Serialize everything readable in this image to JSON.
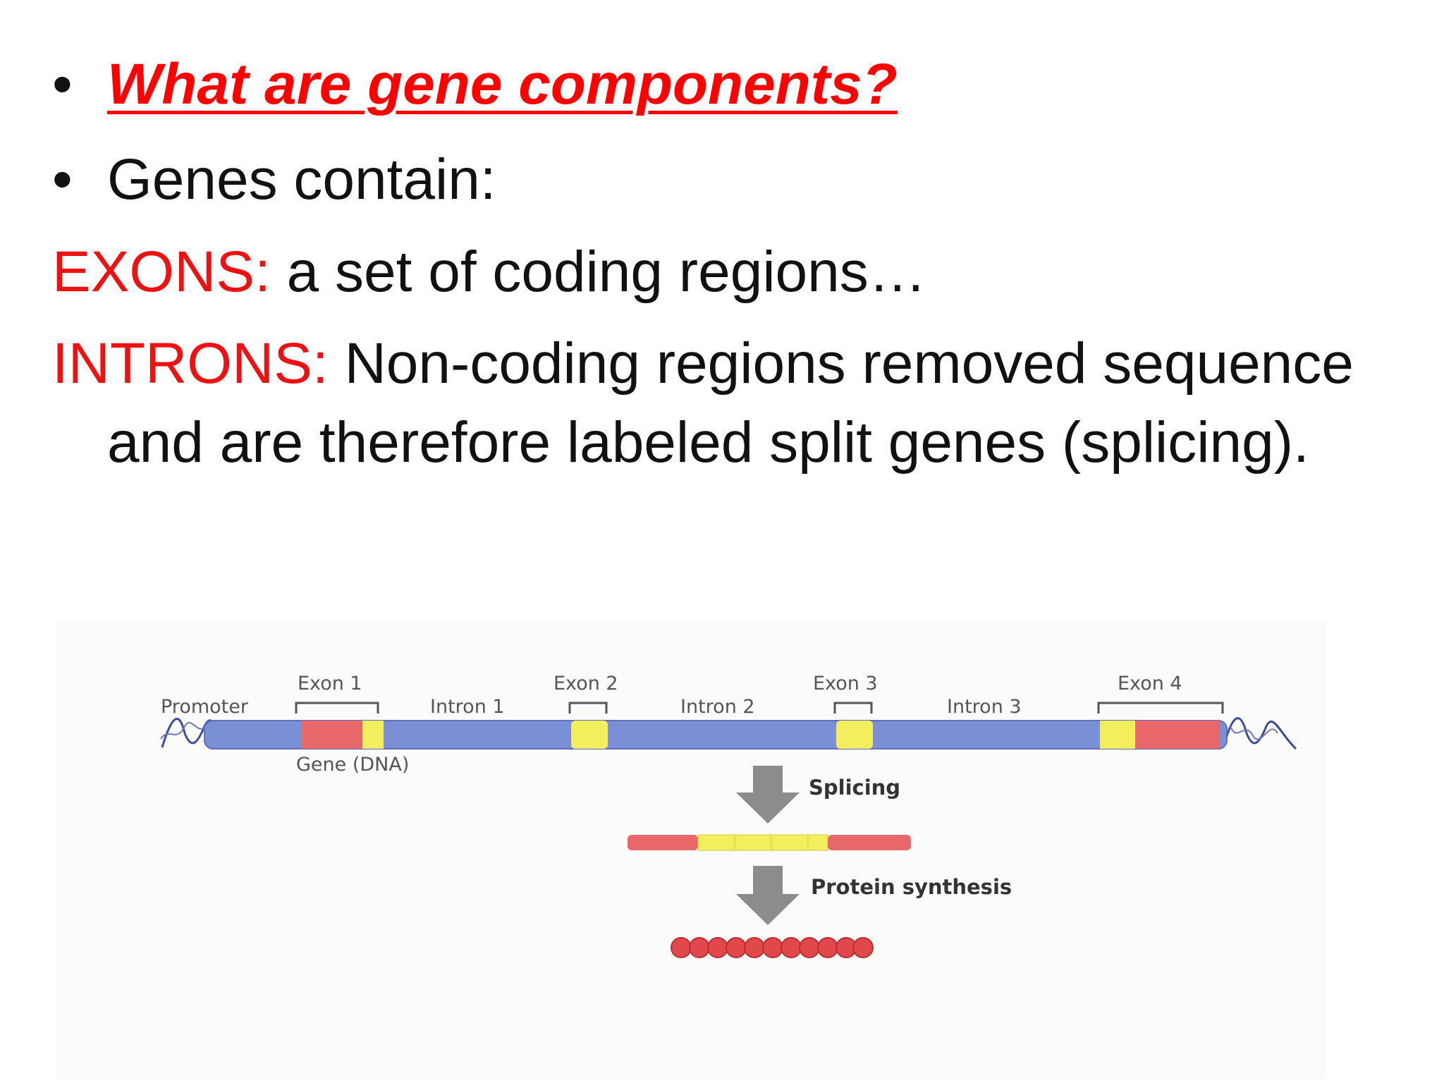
{
  "bullets": {
    "question": "What are gene components?",
    "genes_contain": "Genes contain:",
    "bullet_glyph": "•"
  },
  "definitions": {
    "exons_term": "EXONS:",
    "exons_text": " a set of coding regions…",
    "introns_term": "INTRONS:",
    "introns_text": " Non-coding regions removed sequence and are therefore labeled split genes (splicing)."
  },
  "diagram": {
    "promoter": "Promoter",
    "gene_dna": "Gene (DNA)",
    "exon1": "Exon 1",
    "exon2": "Exon 2",
    "exon3": "Exon 3",
    "exon4": "Exon 4",
    "intron1": "Intron 1",
    "intron2": "Intron 2",
    "intron3": "Intron 3",
    "splicing": "Splicing",
    "protein_synthesis": "Protein synthesis",
    "colors": {
      "dna_blue": "#7a8fd6",
      "exon_red": "#e8686a",
      "splice_yellow": "#f2ee5e",
      "arrow_gray": "#8c8c8c",
      "protein_red": "#e0484c"
    }
  }
}
